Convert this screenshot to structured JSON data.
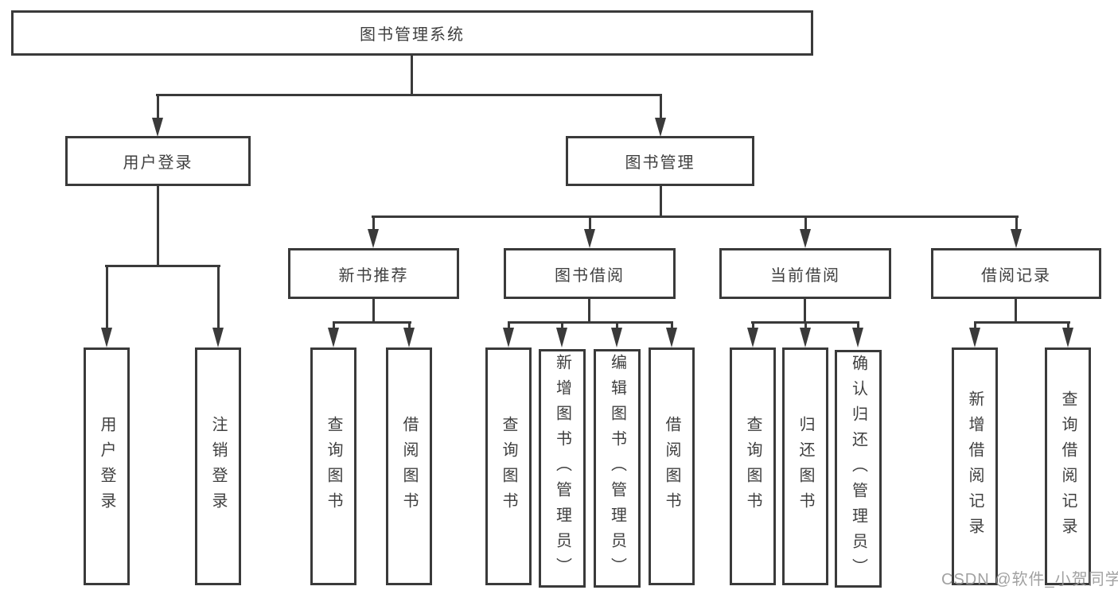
{
  "colors": {
    "line": "#3a3a3a",
    "text": "#3f3f3f",
    "watermark": "#9a9a9a",
    "background": "#ffffff"
  },
  "diagram": {
    "type": "org-tree",
    "root": {
      "label": "图书管理系统"
    },
    "branches": [
      {
        "label": "用户登录",
        "children": [
          {
            "label": "用户登录"
          },
          {
            "label": "注销登录"
          }
        ]
      },
      {
        "label": "图书管理",
        "groups": [
          {
            "label": "新书推荐",
            "children": [
              {
                "label": "查询图书"
              },
              {
                "label": "借阅图书"
              }
            ]
          },
          {
            "label": "图书借阅",
            "children": [
              {
                "label": "查询图书"
              },
              {
                "label": "新增图书（管理员）"
              },
              {
                "label": "编辑图书（管理员）"
              },
              {
                "label": "借阅图书"
              }
            ]
          },
          {
            "label": "当前借阅",
            "children": [
              {
                "label": "查询图书"
              },
              {
                "label": "归还图书"
              },
              {
                "label": "确认归还（管理员）"
              }
            ]
          },
          {
            "label": "借阅记录",
            "children": [
              {
                "label": "新增借阅记录"
              },
              {
                "label": "查询借阅记录"
              }
            ]
          }
        ]
      }
    ],
    "watermark": "CSDN @软件_小贺同学"
  }
}
